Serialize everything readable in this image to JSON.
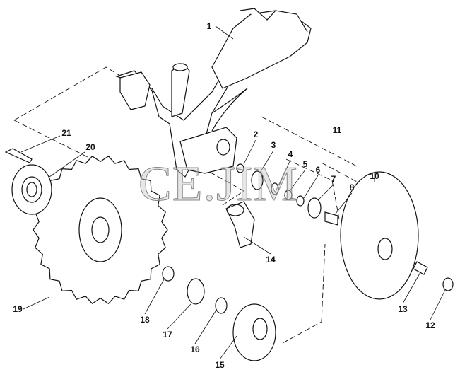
{
  "diagram": {
    "title": "Disc opener assembly exploded view",
    "watermark": "CE.JIM",
    "callouts": [
      "1",
      "2",
      "3",
      "4",
      "5",
      "6",
      "7",
      "8",
      "10",
      "11",
      "12",
      "13",
      "14",
      "15",
      "16",
      "17",
      "18",
      "19",
      "20",
      "21"
    ]
  }
}
